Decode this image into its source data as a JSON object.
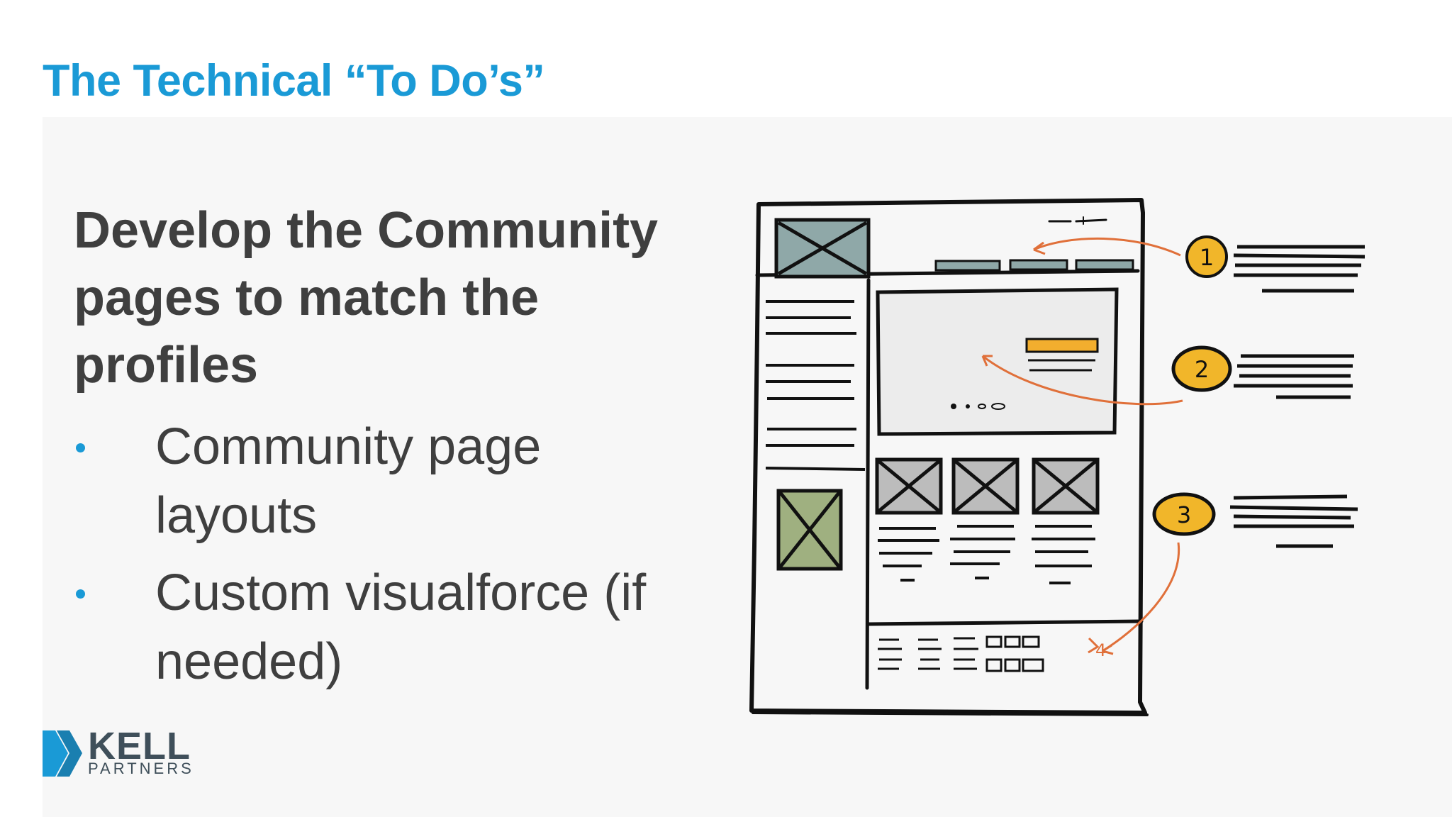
{
  "slide": {
    "title": "The Technical “To Do’s”",
    "heading": "Develop the Community pages to match the profiles",
    "bullets": [
      "Community page layouts",
      "Custom visualforce (if needed)"
    ]
  },
  "logo": {
    "name": "KELL",
    "subtitle": "PARTNERS"
  },
  "illustration": {
    "callout_numbers": [
      "1",
      "2",
      "3",
      "4"
    ]
  },
  "colors": {
    "title": "#1a9ad6",
    "body_text": "#3f3f3f",
    "bullet": "#1a9ad6",
    "logo_mark": "#1a9ad6",
    "callout_fill": "#f1b62a",
    "arrow": "#e0703a",
    "image_teal": "#8fa8a8",
    "image_green": "#9fb080",
    "accent_bar": "#f2ae2e"
  }
}
